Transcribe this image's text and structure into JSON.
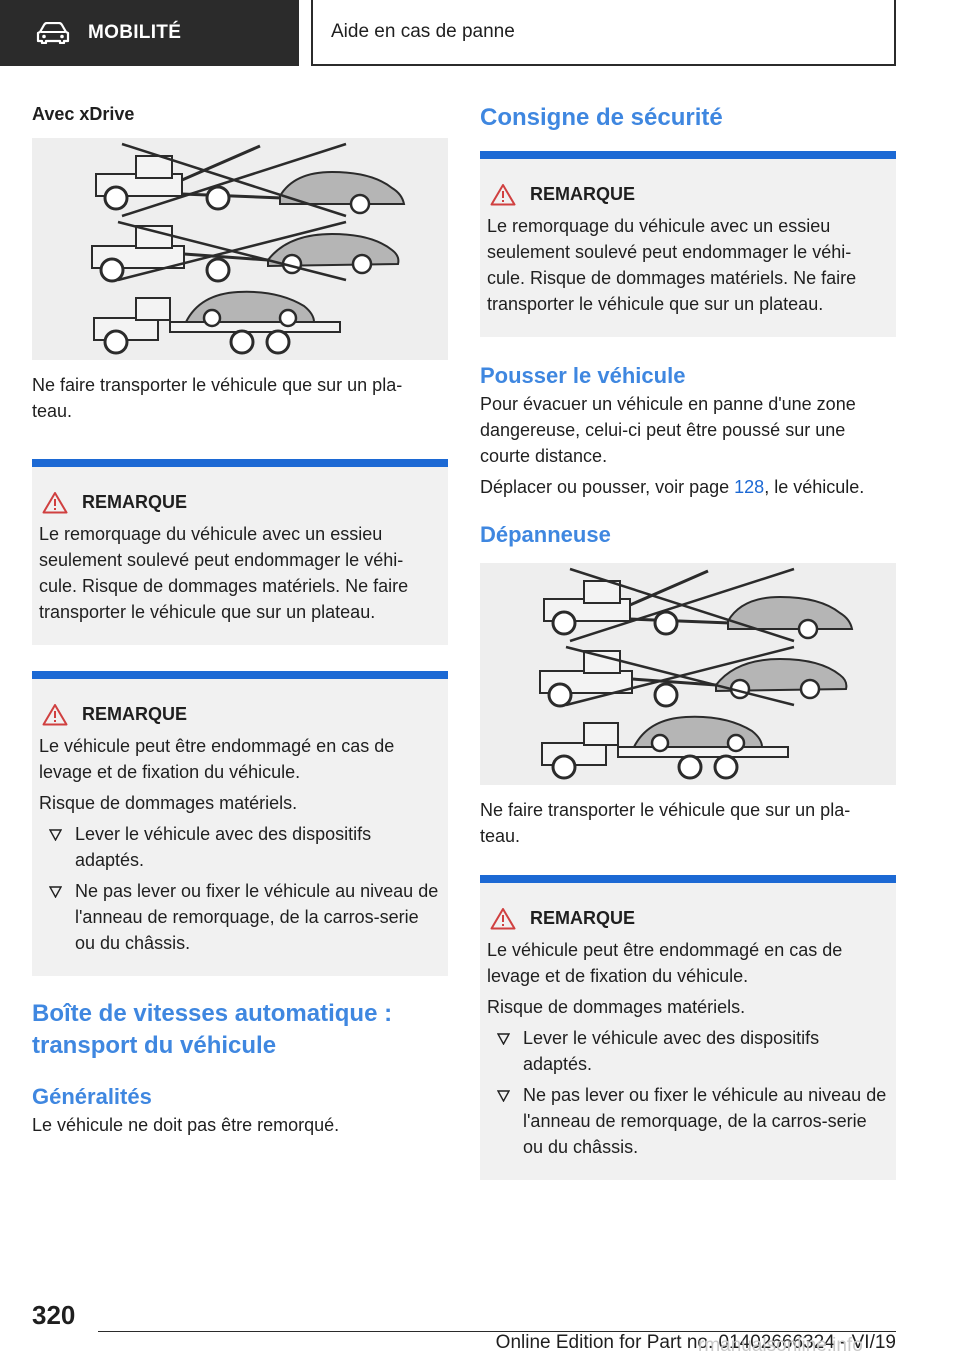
{
  "header": {
    "section": "MOBILITÉ",
    "chapter": "Aide en cas de panne",
    "icon": "car-icon"
  },
  "left": {
    "subheading": "Avec xDrive",
    "figure_caption": "Ne faire transporter le véhicule que sur un pla-\nteau.",
    "note1": {
      "title": "REMARQUE",
      "text": "Le remorquage du véhicule avec un essieu seulement soulevé peut endommager le véhi-cule. Risque de dommages matériels. Ne faire transporter le véhicule que sur un plateau."
    },
    "note2": {
      "title": "REMARQUE",
      "text1": "Le véhicule peut être endommagé en cas de levage et de fixation du véhicule.",
      "text2": "Risque de dommages matériels.",
      "items": [
        "Lever le véhicule avec des dispositifs adaptés.",
        "Ne pas lever ou fixer le véhicule au niveau de l'anneau de remorquage, de la carros-serie ou du châssis."
      ]
    },
    "heading": "Boîte de vitesses automatique : transport du véhicule",
    "subheading2": "Généralités",
    "text": "Le véhicule ne doit pas être remorqué."
  },
  "right": {
    "heading1": "Consigne de sécurité",
    "note1": {
      "title": "REMARQUE",
      "text": "Le remorquage du véhicule avec un essieu seulement soulevé peut endommager le véhi-cule. Risque de dommages matériels. Ne faire transporter le véhicule que sur un plateau."
    },
    "heading2": "Pousser le véhicule",
    "push_text": "Pour évacuer un véhicule en panne d'une zone dangereuse, celui-ci peut être poussé sur une courte distance.",
    "move_text_before": "Déplacer ou pousser, voir page ",
    "move_page": "128",
    "move_text_after": ", le véhicule.",
    "heading3": "Dépanneuse",
    "figure_caption": "Ne faire transporter le véhicule que sur un pla-\nteau.",
    "note2": {
      "title": "REMARQUE",
      "text1": "Le véhicule peut être endommagé en cas de levage et de fixation du véhicule.",
      "text2": "Risque de dommages matériels.",
      "items": [
        "Lever le véhicule avec des dispositifs adaptés.",
        "Ne pas lever ou fixer le véhicule au niveau de l'anneau de remorquage, de la carros-serie ou du châssis."
      ]
    }
  },
  "footer": {
    "page_number": "320",
    "edition": "Online Edition for Part no. 01402666324 - VI/19",
    "watermark": "rmanualsonline.info"
  },
  "colors": {
    "accent": "#1c69d4",
    "heading": "#3f87e0",
    "note_bg": "#f1f1f1",
    "header_bg": "#2b2b2b"
  }
}
